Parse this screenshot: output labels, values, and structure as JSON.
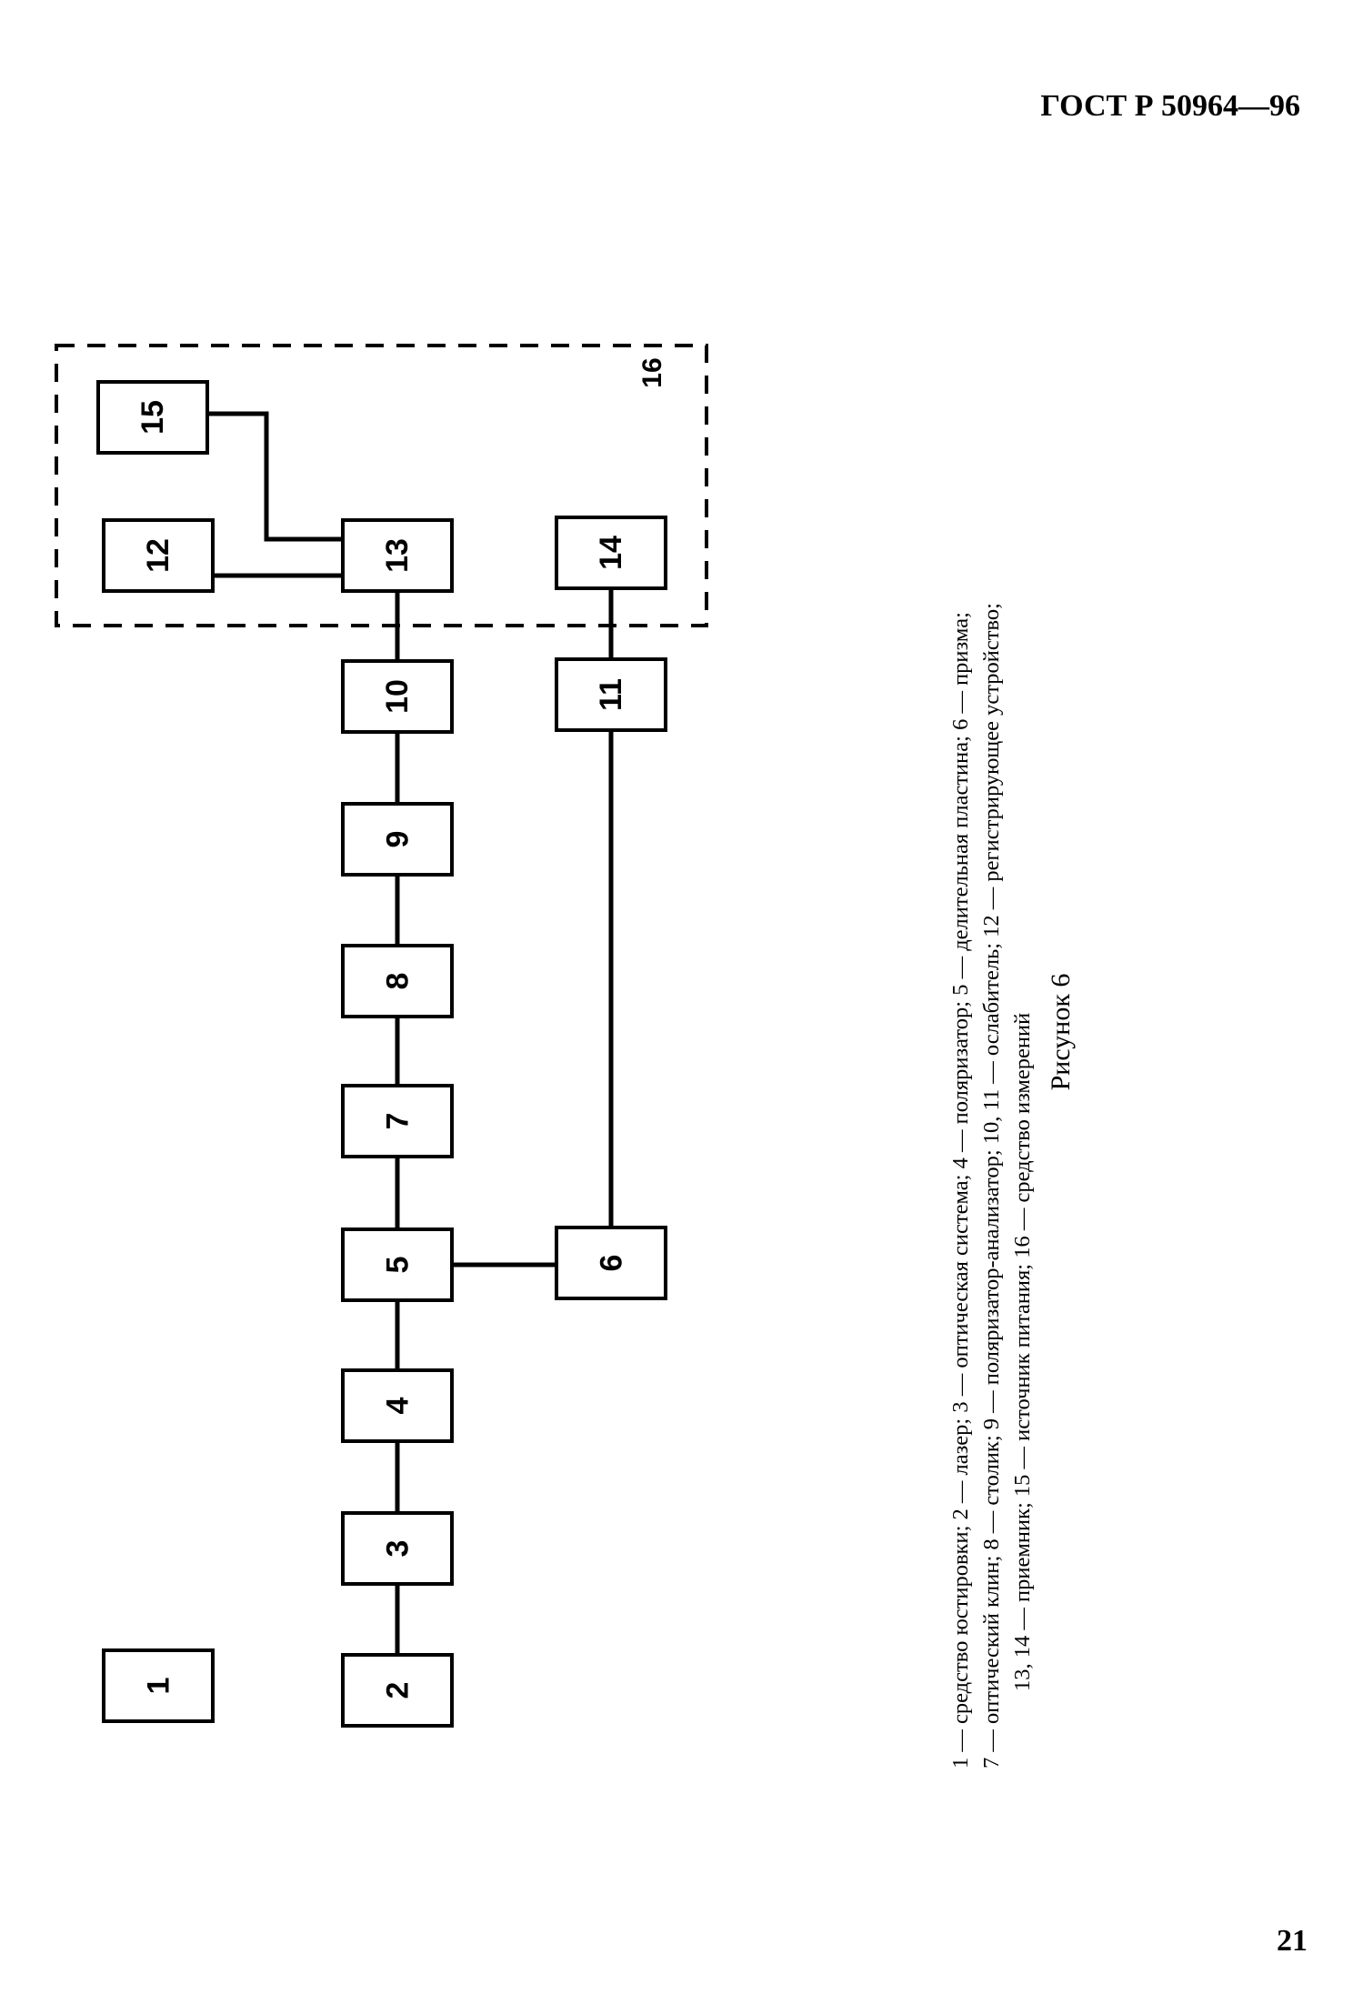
{
  "header": "ГОСТ Р 50964—96",
  "page_number": "21",
  "figure_caption": "Рисунок 6",
  "blocks": {
    "b1": "1",
    "b2": "2",
    "b3": "3",
    "b4": "4",
    "b5": "5",
    "b6": "6",
    "b7": "7",
    "b8": "8",
    "b9": "9",
    "b10": "10",
    "b11": "11",
    "b12": "12",
    "b13": "13",
    "b14": "14",
    "b15": "15"
  },
  "group_label": "16",
  "legend": {
    "line1": "1 — средство юстировки; 2 — лазер; 3 — оптическая система; 4 — поляризатор; 5 — делительная пластина; 6 — призма;",
    "line2": "7 — оптический клин; 8 — столик; 9 — поляризатор-анализатор; 10, 11 — ослабитель; 12 — регистрирующее устройство;",
    "line3": "13, 14 — приемник; 15 — источник питания; 16 — средство измерений"
  }
}
